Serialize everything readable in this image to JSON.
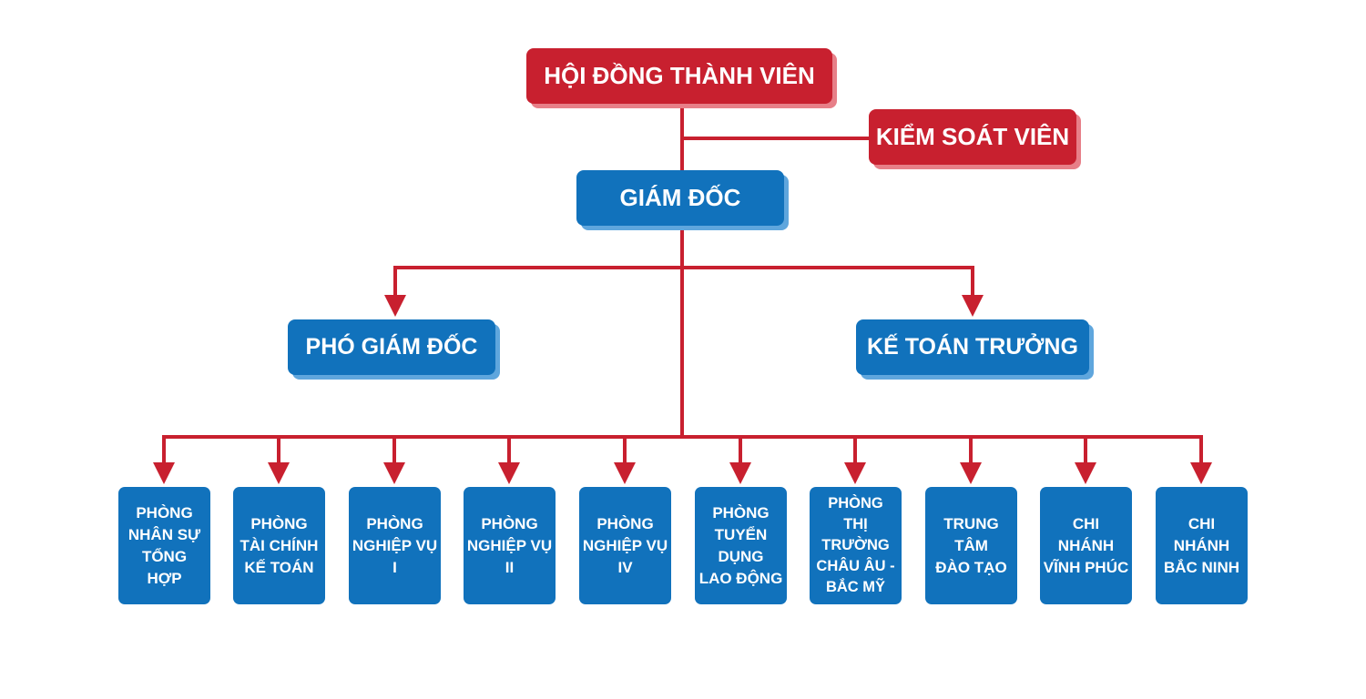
{
  "colors": {
    "red": "#c8202f",
    "blue": "#1172bc",
    "line": "#c8202f"
  },
  "board": "HỘI ĐỒNG THÀNH VIÊN",
  "controller": "KIỂM SOÁT VIÊN",
  "director": "GIÁM ĐỐC",
  "deputy_director": "PHÓ GIÁM ĐỐC",
  "chief_accountant": "KẾ TOÁN TRƯỞNG",
  "departments": [
    "PHÒNG\nNHÂN SỰ\nTỔNG\nHỢP",
    "PHÒNG\nTÀI CHÍNH\nKẾ TOÁN",
    "PHÒNG\nNGHIỆP VỤ\nI",
    "PHÒNG\nNGHIỆP VỤ\nII",
    "PHÒNG\nNGHIỆP VỤ\nIV",
    "PHÒNG\nTUYỂN\nDỤNG\nLAO ĐỘNG",
    "PHÒNG\nTHỊ\nTRƯỜNG\nCHÂU ÂU -\nBẮC MỸ",
    "TRUNG\nTÂM\nĐÀO TẠO",
    "CHI NHÁNH\nVĨNH PHÚC",
    "CHI NHÁNH\nBẮC NINH"
  ]
}
